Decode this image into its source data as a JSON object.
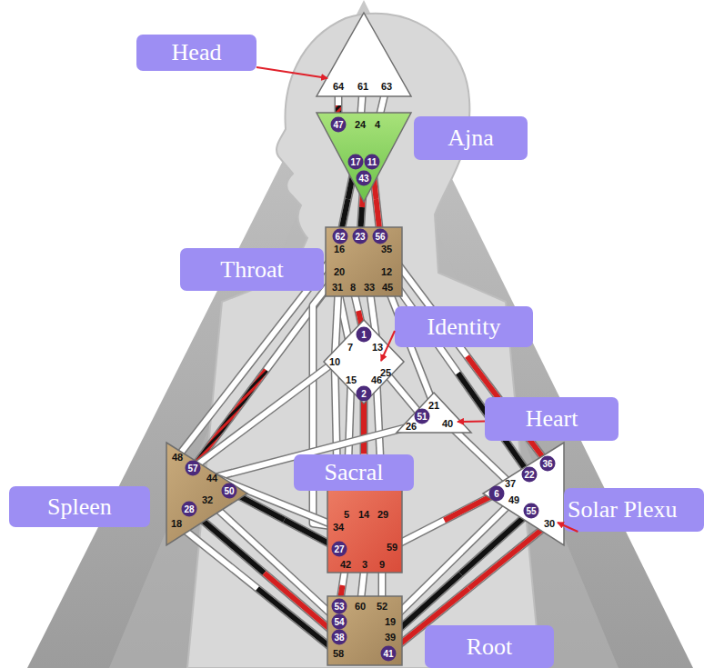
{
  "diagram": {
    "nodes": [
      {
        "text": [
          "Head"
        ]
      },
      {
        "text": [
          "64",
          "61",
          "63"
        ]
      },
      {
        "text": [
          "47",
          "24",
          "4",
          "17",
          "11",
          "43"
        ]
      },
      {
        "text": [
          "Ajna"
        ]
      },
      {
        "text": [
          "62",
          "23",
          "56",
          "16",
          "35",
          "20",
          "12",
          "31",
          "8",
          "33",
          "45"
        ]
      },
      {
        "text": [
          "Throat"
        ]
      },
      {
        "text": [
          "Identity"
        ]
      },
      {
        "text": [
          "1",
          "7",
          "13",
          "10",
          "25",
          "15",
          "46",
          "2"
        ]
      },
      {
        "text": [
          "21",
          "51",
          "26",
          "40"
        ]
      },
      {
        "text": [
          "Heart"
        ]
      },
      {
        "text": [
          "Sacral"
        ]
      },
      {
        "text": [
          "5",
          "14",
          "29",
          "34",
          "59",
          "27",
          "42",
          "3",
          "9"
        ]
      },
      {
        "text": [
          "Spleen"
        ]
      },
      {
        "text": [
          "48",
          "57",
          "44",
          "50",
          "32",
          "28",
          "18"
        ]
      },
      {
        "text": [
          "Solar Plexu"
        ]
      },
      {
        "text": [
          "36",
          "22",
          "6",
          "37",
          "49",
          "55",
          "30"
        ]
      },
      {
        "text": [
          "53",
          "60",
          "52",
          "54",
          "19",
          "38",
          "39",
          "58",
          "41"
        ]
      },
      {
        "text": [
          "Root"
        ]
      }
    ],
    "edges": [
      {
        "from": 1,
        "to": 2,
        "arrow": "none"
      },
      {
        "from": 1,
        "to": 2,
        "arrow": "none"
      },
      {
        "from": 1,
        "to": 2,
        "arrow": "none"
      },
      {
        "from": 2,
        "to": 4,
        "arrow": "none"
      },
      {
        "from": 2,
        "to": 4,
        "arrow": "none"
      },
      {
        "from": 2,
        "to": 4,
        "arrow": "none"
      },
      {
        "from": 4,
        "to": 7,
        "arrow": "none"
      },
      {
        "from": 4,
        "to": 7,
        "arrow": "none"
      },
      {
        "from": 4,
        "to": 7,
        "arrow": "none"
      },
      {
        "from": 4,
        "to": 7,
        "arrow": "none"
      },
      {
        "from": 4,
        "to": 13,
        "arrow": "none"
      },
      {
        "from": 4,
        "to": 13,
        "arrow": "none"
      },
      {
        "from": 4,
        "to": 11,
        "arrow": "none"
      },
      {
        "from": 4,
        "to": 8,
        "arrow": "none"
      },
      {
        "from": 4,
        "to": 15,
        "arrow": "none"
      },
      {
        "from": 4,
        "to": 15,
        "arrow": "none"
      },
      {
        "from": 7,
        "to": 8,
        "arrow": "none"
      },
      {
        "from": 7,
        "to": 11,
        "arrow": "none"
      },
      {
        "from": 7,
        "to": 11,
        "arrow": "none"
      },
      {
        "from": 7,
        "to": 11,
        "arrow": "none"
      },
      {
        "from": 7,
        "to": 11,
        "arrow": "none"
      },
      {
        "from": 7,
        "to": 13,
        "arrow": "none"
      },
      {
        "from": 8,
        "to": 13,
        "arrow": "none"
      },
      {
        "from": 8,
        "to": 15,
        "arrow": "none"
      },
      {
        "from": 11,
        "to": 13,
        "arrow": "none"
      },
      {
        "from": 11,
        "to": 13,
        "arrow": "none"
      },
      {
        "from": 11,
        "to": 15,
        "arrow": "none"
      },
      {
        "from": 11,
        "to": 16,
        "arrow": "none"
      },
      {
        "from": 11,
        "to": 16,
        "arrow": "none"
      },
      {
        "from": 11,
        "to": 16,
        "arrow": "none"
      },
      {
        "from": 13,
        "to": 16,
        "arrow": "none"
      },
      {
        "from": 13,
        "to": 16,
        "arrow": "none"
      },
      {
        "from": 13,
        "to": 16,
        "arrow": "none"
      },
      {
        "from": 15,
        "to": 16,
        "arrow": "none"
      },
      {
        "from": 15,
        "to": 16,
        "arrow": "none"
      },
      {
        "from": 15,
        "to": 16,
        "arrow": "none"
      },
      {
        "from": 0,
        "to": 1,
        "arrow": "to"
      },
      {
        "from": 6,
        "to": 7,
        "arrow": "to"
      },
      {
        "from": 9,
        "to": 8,
        "arrow": "to"
      },
      {
        "from": 14,
        "to": 15,
        "arrow": "to"
      }
    ]
  }
}
